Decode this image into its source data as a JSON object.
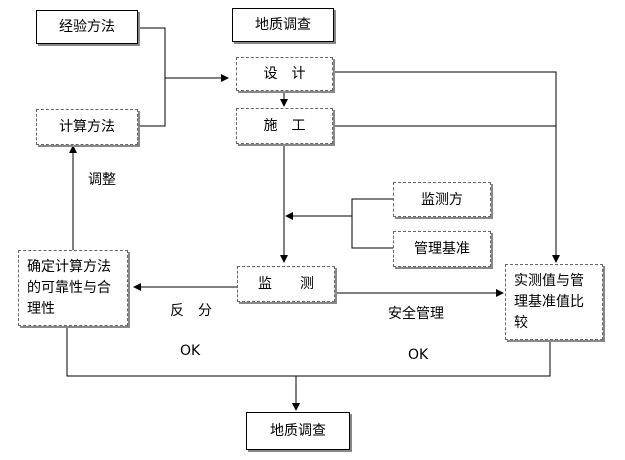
{
  "nodes": {
    "empirical_method": "经验方法",
    "geology_top": "地质调查",
    "design": "设　计",
    "calc_method": "计算方法",
    "construction": "施　工",
    "monitoring_side": "监测方",
    "management_standard": "管理基准",
    "determine_reliability": "确定计算方法的可靠性与合理性",
    "monitoring": "监　　测",
    "compare": "实测值与管理基准值比较",
    "geology_bottom": "地质调查"
  },
  "labels": {
    "adjust": "调整",
    "feedback": "反　分",
    "safety_management": "安全管理",
    "ok_left": "OK",
    "ok_right": "OK"
  }
}
